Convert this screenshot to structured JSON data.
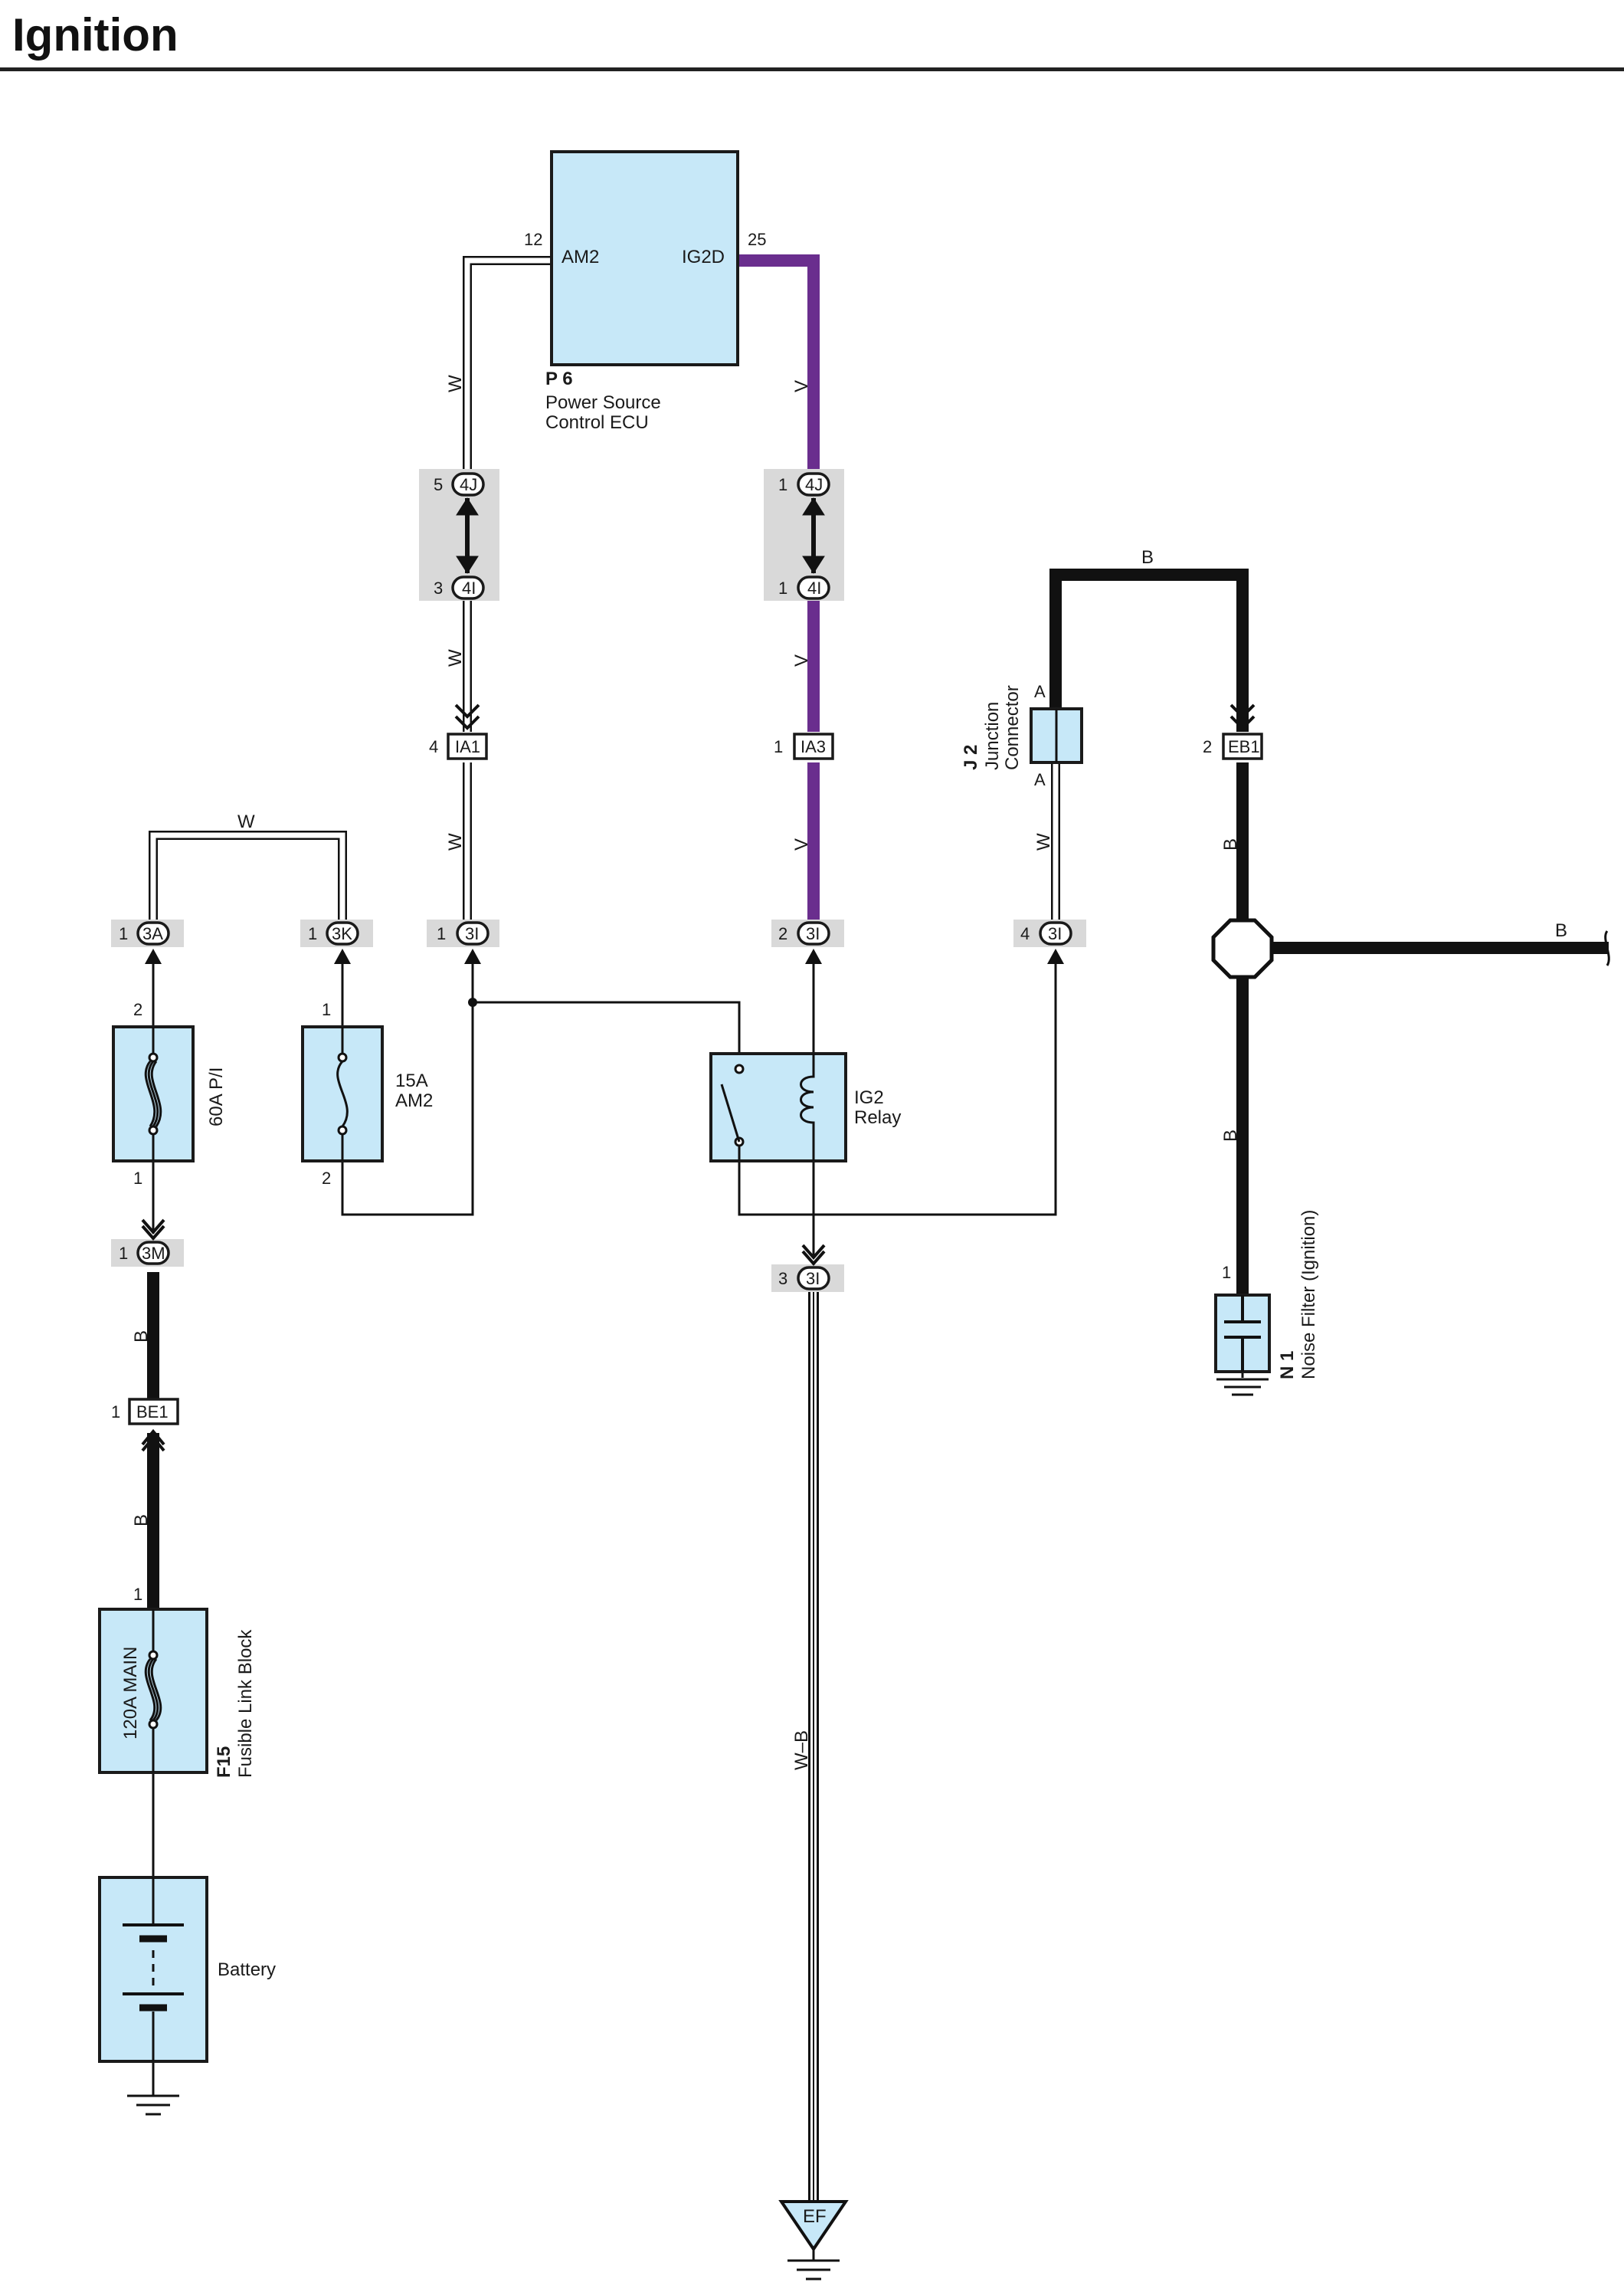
{
  "title": "Ignition",
  "colors": {
    "box_fill": "#c7e8f8",
    "violet_wire": "#6a2e8e",
    "black_wire": "#111111",
    "connector_shade": "#d9d9d9"
  },
  "components": {
    "ecu": {
      "code": "P 6",
      "name_line1": "Power Source",
      "name_line2": "Control ECU",
      "pin_am2_num": "12",
      "pin_am2": "AM2",
      "pin_ig2d_num": "25",
      "pin_ig2d": "IG2D"
    },
    "fuse_pi": {
      "label": "60A P/I",
      "pin_top": "2",
      "pin_bottom": "1"
    },
    "fuse_am2": {
      "label_line1": "15A",
      "label_line2": "AM2",
      "pin_top": "1",
      "pin_bottom": "2"
    },
    "relay": {
      "label_line1": "IG2",
      "label_line2": "Relay"
    },
    "fusible_link": {
      "code": "F15",
      "name": "Fusible Link Block",
      "label": "120A MAIN",
      "pin_top": "1"
    },
    "battery": {
      "label": "Battery"
    },
    "junction": {
      "code": "J 2",
      "name_line1": "Junction",
      "name_line2": "Connector",
      "pin_top": "A",
      "pin_bottom": "A"
    },
    "noise_filter": {
      "code": "N 1",
      "name": "Noise Filter (Ignition)",
      "pin": "1"
    },
    "ground_ef": {
      "label": "EF"
    }
  },
  "connectors": {
    "c4j_left": {
      "id": "4J",
      "pin": "5"
    },
    "c4i_left": {
      "id": "4I",
      "pin": "3"
    },
    "c4j_right": {
      "id": "4J",
      "pin": "1"
    },
    "c4i_right": {
      "id": "4I",
      "pin": "1"
    },
    "ia1": {
      "id": "IA1",
      "pin": "4"
    },
    "ia3": {
      "id": "IA3",
      "pin": "1"
    },
    "eb1": {
      "id": "EB1",
      "pin": "2"
    },
    "c3a": {
      "id": "3A",
      "pin": "1"
    },
    "c3k": {
      "id": "3K",
      "pin": "1"
    },
    "c3i_1": {
      "id": "3I",
      "pin": "1"
    },
    "c3i_2": {
      "id": "3I",
      "pin": "2"
    },
    "c3i_4": {
      "id": "3I",
      "pin": "4"
    },
    "c3i_3": {
      "id": "3I",
      "pin": "3"
    },
    "c3m": {
      "id": "3M",
      "pin": "1"
    },
    "be1": {
      "id": "BE1",
      "pin": "1"
    }
  },
  "wires": {
    "w_ecu_left": "W",
    "w_ia1_top": "W",
    "w_ia1_bottom": "W",
    "w_fuse_bridge": "W",
    "v_ecu_right": "V",
    "v_ia3_top": "V",
    "v_ia3_bottom": "V",
    "b_loop_top": "B",
    "w_junction": "W",
    "b_eb1": "B",
    "b_branch": "B",
    "b_noise": "B",
    "b_3m": "B",
    "b_be1": "B",
    "wb_ground": "W–B"
  }
}
